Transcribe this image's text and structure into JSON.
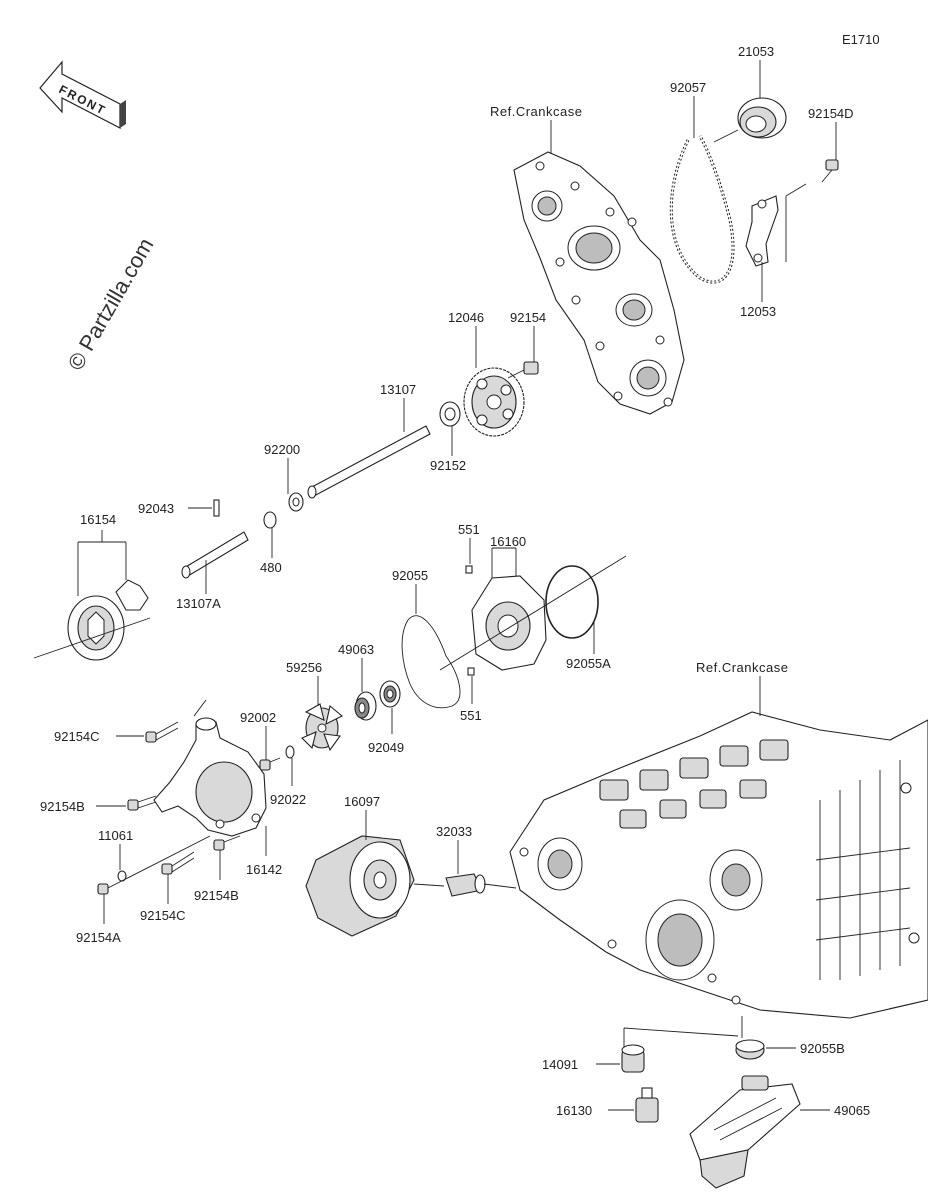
{
  "diagram_code": "E1710",
  "watermark": "© Partzilla.com",
  "front_arrow": {
    "label": "FRONT",
    "icon": "front-arrow-icon"
  },
  "references": {
    "crankcase_upper": "Ref.Crankcase",
    "crankcase_lower": "Ref.Crankcase"
  },
  "parts": {
    "p21053": "21053",
    "p92057": "92057",
    "p92154D": "92154D",
    "p12053": "12053",
    "p12046": "12046",
    "p92154": "92154",
    "p13107": "13107",
    "p92152": "92152",
    "p92200": "92200",
    "p16154": "16154",
    "p92043": "92043",
    "p480": "480",
    "p13107A": "13107A",
    "p551a": "551",
    "p16160": "16160",
    "p92055": "92055",
    "p92055A": "92055A",
    "p551b": "551",
    "p59256": "59256",
    "p49063": "49063",
    "p92049": "92049",
    "p92154C_top": "92154C",
    "p92002": "92002",
    "p92022": "92022",
    "p92154B_top": "92154B",
    "p16097": "16097",
    "p32033": "32033",
    "p11061": "11061",
    "p16142": "16142",
    "p92154B_bot": "92154B",
    "p92154C_bot": "92154C",
    "p92154A": "92154A",
    "p14091": "14091",
    "p92055B": "92055B",
    "p16130": "16130",
    "p49065": "49065"
  }
}
